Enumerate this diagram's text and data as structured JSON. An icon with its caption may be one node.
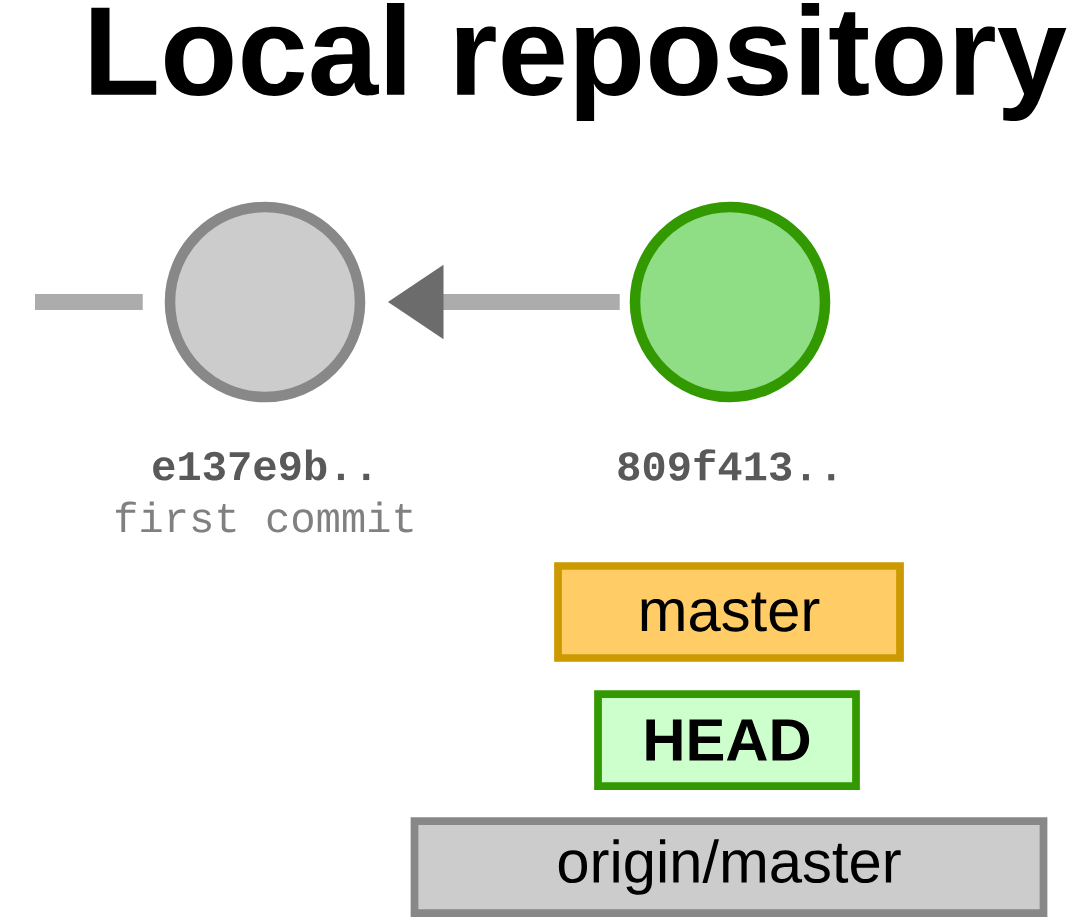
{
  "diagram": {
    "title": "Local repository",
    "nodes": [
      {
        "text": [],
        "shape": "circle",
        "beside": [
          "e137e9b..",
          "first commit"
        ]
      },
      {
        "text": [],
        "shape": "circle",
        "beside": [
          "809f413.."
        ]
      },
      {
        "text": [
          "master"
        ]
      },
      {
        "text": [
          "HEAD"
        ]
      },
      {
        "text": [
          "origin/master"
        ]
      }
    ],
    "edges": [
      {
        "from": null,
        "to": 0,
        "arrow": "none"
      },
      {
        "from": 1,
        "to": 0,
        "arrow": "to"
      }
    ]
  }
}
